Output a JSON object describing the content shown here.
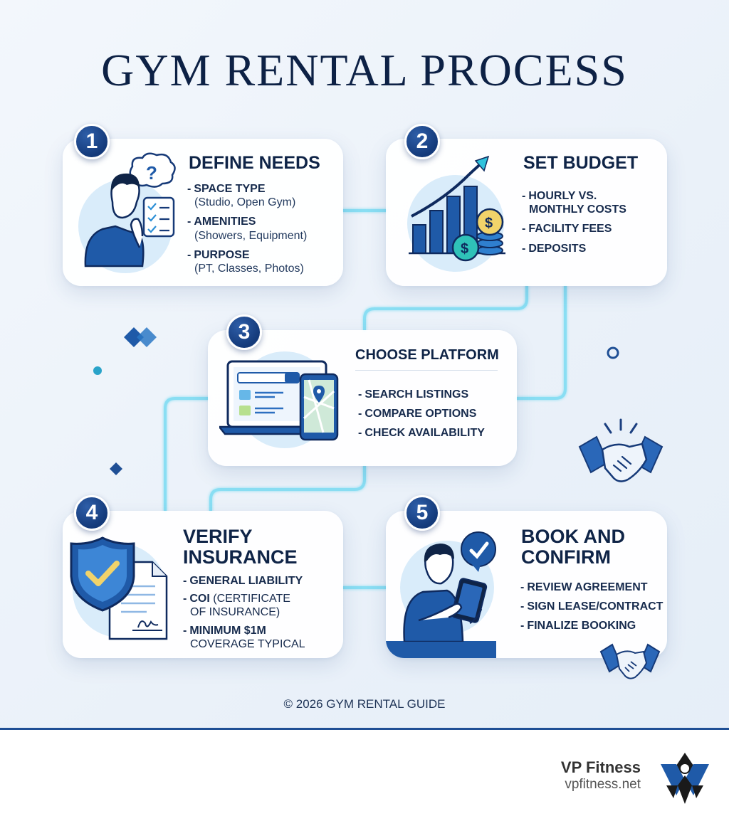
{
  "title": "GYM RENTAL PROCESS",
  "steps": [
    {
      "number": "1",
      "title": "DEFINE NEEDS",
      "items": [
        {
          "label": "SPACE TYPE",
          "detail": "(Studio, Open Gym)"
        },
        {
          "label": "AMENITIES",
          "detail": "(Showers, Equipment)"
        },
        {
          "label": "PURPOSE",
          "detail": "(PT, Classes, Photos)"
        }
      ]
    },
    {
      "number": "2",
      "title": "SET BUDGET",
      "items": [
        {
          "label": "HOURLY VS.",
          "cont": "MONTHLY COSTS"
        },
        {
          "label": "FACILITY FEES"
        },
        {
          "label": "DEPOSITS"
        }
      ]
    },
    {
      "number": "3",
      "title": "CHOOSE PLATFORM",
      "items": [
        {
          "label": "SEARCH LISTINGS"
        },
        {
          "label": "COMPARE OPTIONS"
        },
        {
          "label": "CHECK AVAILABILITY"
        }
      ]
    },
    {
      "number": "4",
      "title_line1": "VERIFY",
      "title_line2": "INSURANCE",
      "items": [
        {
          "label": "GENERAL LIABILITY"
        },
        {
          "label": "COI",
          "normal": "(CERTIFICATE",
          "cont": "OF INSURANCE)"
        },
        {
          "label": "MINIMUM $1M",
          "cont": "COVERAGE TYPICAL"
        }
      ]
    },
    {
      "number": "5",
      "title_line1": "BOOK AND",
      "title_line2": "CONFIRM",
      "items": [
        {
          "label": "REVIEW AGREEMENT"
        },
        {
          "label": "SIGN LEASE/CONTRACT"
        },
        {
          "label": "FINALIZE BOOKING"
        }
      ]
    }
  ],
  "dash": "-",
  "footer": "© 2026 GYM RENTAL GUIDE",
  "brand": {
    "name": "VP Fitness",
    "url": "vpfitness.net"
  },
  "icons": {
    "step1": "thinking-person-icon",
    "step2": "growth-chart-coins-icon",
    "step3": "laptop-phone-map-icon",
    "step4": "shield-document-icon",
    "step5": "person-tablet-check-icon",
    "deco": "handshake-icon"
  },
  "colors": {
    "navy": "#143a7a",
    "title": "#0d2145",
    "cyan": "#5fd0ee",
    "accent": "#1f5aa8"
  },
  "symbols": {
    "question": "?",
    "dollar": "$"
  }
}
